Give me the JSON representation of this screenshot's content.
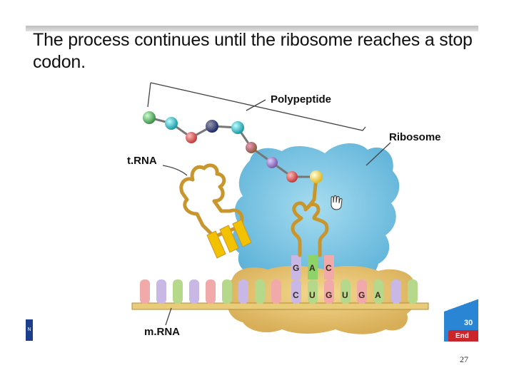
{
  "slide": {
    "title": "The process continues until the ribosome reaches a stop codon.",
    "page_number": "27"
  },
  "labels": {
    "polypeptide": "Polypeptide",
    "ribosome": "Ribosome",
    "trna": "t.RNA",
    "mrna": "m.RNA"
  },
  "anticodon": [
    "G",
    "A",
    "C"
  ],
  "codons": [
    "C",
    "U",
    "G",
    "U",
    "G",
    "A"
  ],
  "nav": {
    "counter": "30",
    "end": "End"
  },
  "colors": {
    "ribosome": "#7cc6e6",
    "mrna_base": "#e8c87a",
    "trna_outline": "#c9962d",
    "trna_stripe": "#f2c200"
  }
}
